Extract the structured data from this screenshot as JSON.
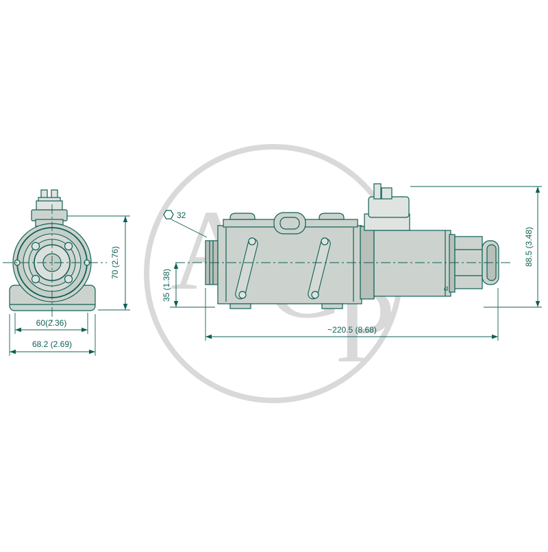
{
  "watermark": {
    "letters": [
      "A",
      "G",
      "P"
    ]
  },
  "front_view": {
    "dim_height": "70 (2.76)",
    "dim_width_inner": "60(2.36)",
    "dim_width_outer": "68.2 (2.69)"
  },
  "side_view": {
    "hex_label": "32",
    "port_label": "a",
    "dim_center_to_bottom": "35 (1.38)",
    "dim_total_length": "~220.5 (8.68)",
    "dim_total_height": "88.5 (3.48)"
  },
  "colors": {
    "line": "#0d6055",
    "fill_light": "#ccd3ce",
    "fill_mid": "#b8c0ba",
    "fill_lighter": "#e0e4e1",
    "watermark": "#d9d9d9",
    "background": "#ffffff"
  }
}
